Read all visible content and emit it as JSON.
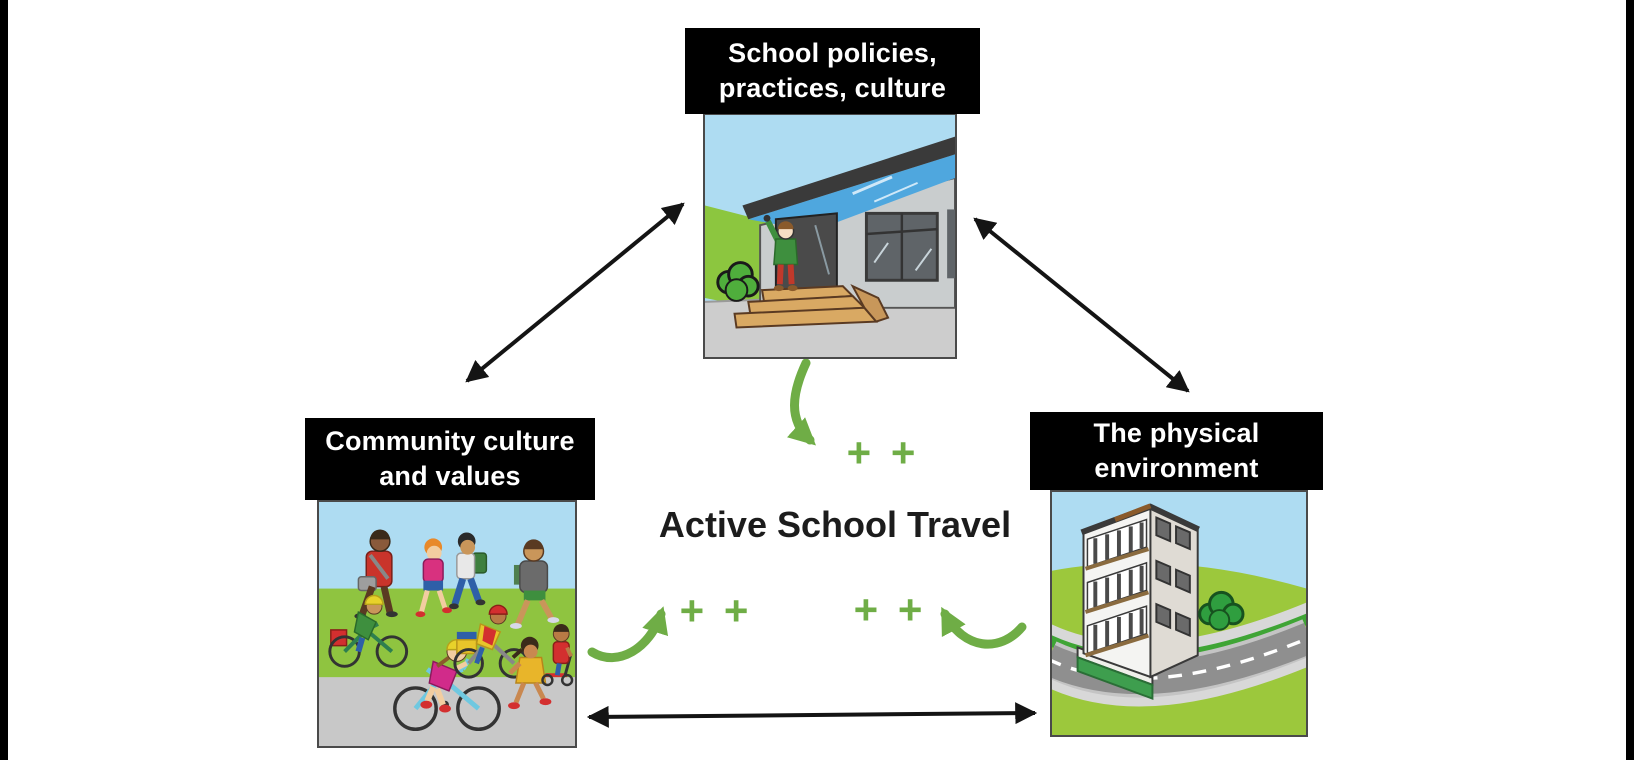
{
  "colors": {
    "accent_green": "#6FAD46",
    "arrow_black": "#141414",
    "label_bg": "#000000",
    "label_text": "#FFFFFF",
    "canvas_bg": "#FFFFFF",
    "letterbox": "#000000"
  },
  "diagram": {
    "center_label": "Active School Travel",
    "nodes": [
      {
        "id": "school-policies",
        "label": "School policies,\npractices, culture",
        "illustration": "school-entrance-with-child-illustration"
      },
      {
        "id": "community-culture",
        "label": "Community culture\nand values",
        "illustration": "children-walking-and-biking-illustration"
      },
      {
        "id": "physical-environment",
        "label": "The physical\nenvironment",
        "illustration": "apartment-building-and-road-illustration"
      }
    ],
    "links": [
      {
        "from": "school-policies",
        "to": "community-culture",
        "type": "bidirectional-arrow"
      },
      {
        "from": "school-policies",
        "to": "physical-environment",
        "type": "bidirectional-arrow"
      },
      {
        "from": "community-culture",
        "to": "physical-environment",
        "type": "bidirectional-arrow"
      },
      {
        "from": "school-policies",
        "to": "active-school-travel",
        "type": "positive-influence",
        "symbol": "+ +"
      },
      {
        "from": "community-culture",
        "to": "active-school-travel",
        "type": "positive-influence",
        "symbol": "+ +"
      },
      {
        "from": "physical-environment",
        "to": "active-school-travel",
        "type": "positive-influence",
        "symbol": "+ +"
      }
    ]
  }
}
